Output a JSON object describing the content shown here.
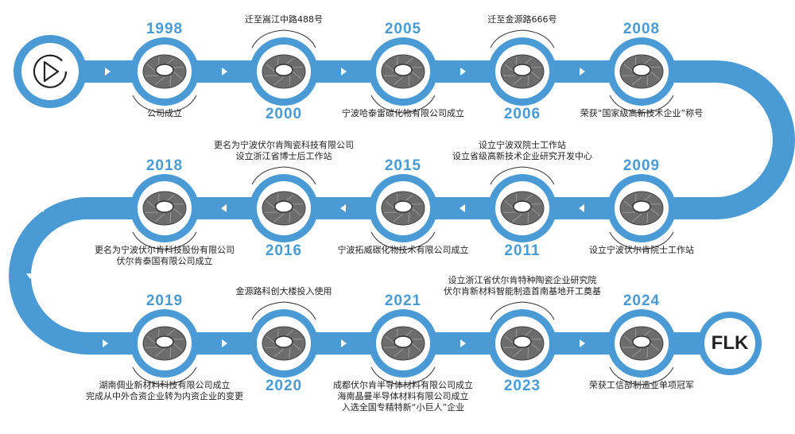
{
  "colors": {
    "track": "#4a9bd5",
    "year": "#4a9bd5",
    "text": "#222222"
  },
  "start_icon": "play-icon",
  "end_label": "FLK",
  "milestones": [
    {
      "year": "1998",
      "year_position": "top",
      "lines": [
        "公司成立"
      ]
    },
    {
      "year": "2000",
      "year_position": "bottom",
      "lines": [
        "迁至嵩江中路488号"
      ]
    },
    {
      "year": "2005",
      "year_position": "top",
      "lines": [
        "宁波哈泰雷碳化物有限公司成立"
      ]
    },
    {
      "year": "2006",
      "year_position": "bottom",
      "lines": [
        "迁至金源路666号"
      ]
    },
    {
      "year": "2008",
      "year_position": "top",
      "lines": [
        "荣获“国家级高新技术企业”称号"
      ]
    },
    {
      "year": "2009",
      "year_position": "top",
      "lines": [
        "设立宁波伏尔肯院士工作站"
      ]
    },
    {
      "year": "2011",
      "year_position": "bottom",
      "lines": [
        "设立宁波双院士工作站",
        "设立省级高新技术企业研究开发中心"
      ]
    },
    {
      "year": "2015",
      "year_position": "top",
      "lines": [
        "宁波拓威碳化物技术有限公司成立"
      ]
    },
    {
      "year": "2016",
      "year_position": "bottom",
      "lines": [
        "更名为宁波伏尔肯陶瓷科技有限公司",
        "设立浙江省博士后工作站"
      ]
    },
    {
      "year": "2018",
      "year_position": "top",
      "lines": [
        "更名为宁波伏尔肯科技股份有限公司",
        "伏尔肯泰国有限公司成立"
      ]
    },
    {
      "year": "2019",
      "year_position": "top",
      "lines": [
        "湖南倜业新材料科技有限公司成立",
        "完成从中外合资企业转为内资企业的变更"
      ]
    },
    {
      "year": "2020",
      "year_position": "bottom",
      "lines": [
        "金源路科创大楼投入使用"
      ]
    },
    {
      "year": "2021",
      "year_position": "top",
      "lines": [
        "成都伏尔肯半导体材料有限公司成立",
        "海南晶曼半导体材料有限公司成立",
        "入选全国专精特新“小巨人”企业"
      ]
    },
    {
      "year": "2023",
      "year_position": "bottom",
      "lines": [
        "设立浙江省伏尔肯特种陶瓷企业研究院",
        "伏尔肯新材料智能制造首南基地开工奠基"
      ]
    },
    {
      "year": "2024",
      "year_position": "top",
      "lines": [
        "荣获工信部制造业单项冠军"
      ]
    }
  ]
}
